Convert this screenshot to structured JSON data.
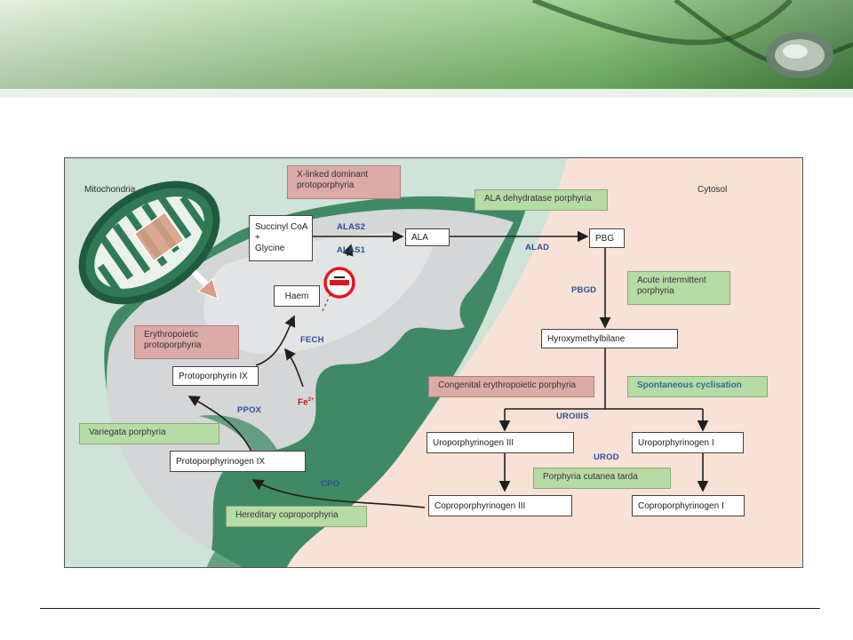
{
  "header": {
    "decoration": "stethoscope-banner"
  },
  "diagram": {
    "compartments": {
      "mitochondria": "Mitochondria",
      "cytosol": "Cytosol"
    },
    "metabolites": {
      "succinyl": [
        "Succinyl CoA",
        "+",
        "Glycine"
      ],
      "ala": "ALA",
      "pbg": "PBG",
      "hmb": "Hyroxymethylbilane",
      "uro3": "Uroporphyrinogen III",
      "uro1": "Uroporphyrinogen I",
      "copro3": "Coproporphyrinogen III",
      "copro1": "Coproporphyrinogen I",
      "protogen": "Protoporphyrinogen IX",
      "proto": "Protoporphyrin IX",
      "haem": "Haem",
      "fe": "Fe",
      "fe_charge": "2+"
    },
    "enzymes": {
      "alas2": "ALAS2",
      "alas1": "ALAS1",
      "alad": "ALAD",
      "pbgd": "PBGD",
      "uro3s": "UROIIIS",
      "urod": "UROD",
      "cpo": "CPO",
      "ppox": "PPOX",
      "fech": "FECH"
    },
    "inhibition_symbol": "−",
    "disorders": {
      "xlinked": [
        "X-linked dominant",
        "protoporphyria"
      ],
      "ala_dehydratase": "ALA dehydratase porphyria",
      "aip": [
        "Acute intermittent",
        "porphyria"
      ],
      "epp": [
        "Erythropoietic",
        "protoporphyria"
      ],
      "cep": "Congenital erythropoietic porphyria",
      "spontaneous": "Spontaneous cyclisation",
      "variegate": "Variegata porphyria",
      "pct": "Porphyria cutanea tarda",
      "hereditary": "Hereditary coproporphyria"
    },
    "colors": {
      "mito_bg": "#cfe3d8",
      "cyto_bg": "#f8e1d6",
      "mito_body": "#3d8a66",
      "enzyme_text": "#2c4f9a",
      "disorder_red": "#dcaaa7",
      "disorder_green": "#b7dba5",
      "inhibitor": "#e4141b"
    }
  }
}
